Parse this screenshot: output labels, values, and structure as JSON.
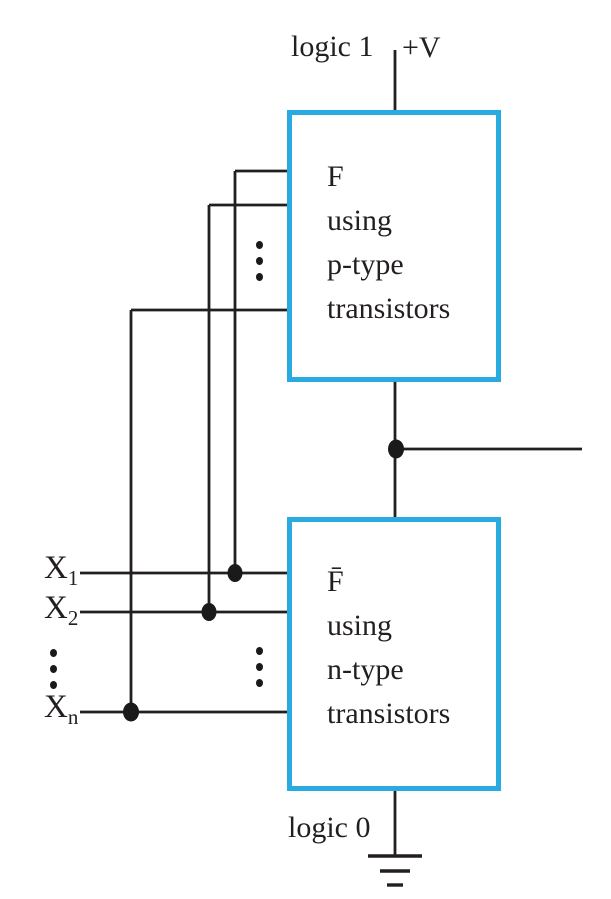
{
  "colors": {
    "box_border": "#29abe2",
    "wire": "#231f20",
    "text": "#231f20",
    "background": "#ffffff"
  },
  "power": {
    "logic1_label": "logic 1",
    "supply_label": "+V"
  },
  "ground_section": {
    "logic0_label": "logic 0"
  },
  "top_box": {
    "line1": "F",
    "line2": "using",
    "line3": "p-type",
    "line4": "transistors"
  },
  "bottom_box": {
    "line1": "F̄",
    "line2": "using",
    "line3": "n-type",
    "line4": "transistors"
  },
  "inputs": [
    {
      "base": "X",
      "sub": "1"
    },
    {
      "base": "X",
      "sub": "2"
    },
    {
      "base": "X",
      "sub": "n"
    }
  ]
}
